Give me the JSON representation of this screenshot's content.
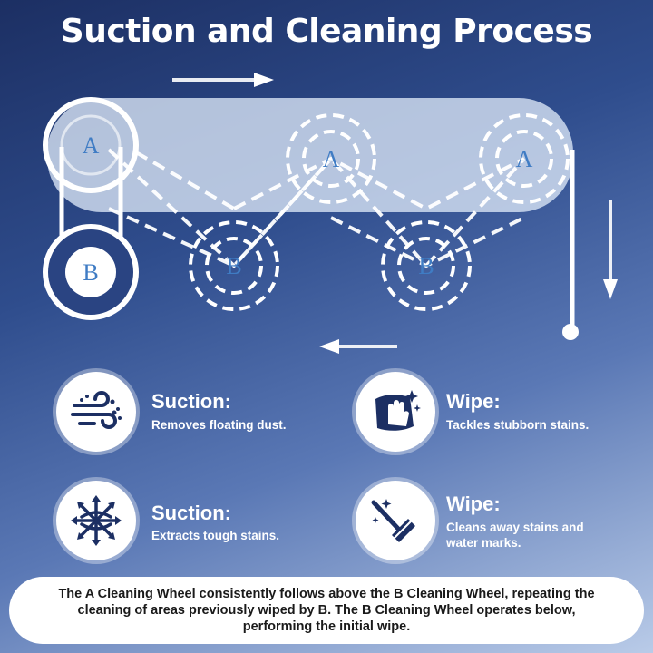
{
  "title": "Suction and Cleaning Process",
  "diagram": {
    "wheel_a_label": "A",
    "wheel_b_label": "B"
  },
  "features": [
    {
      "icon": "wind-dust-icon",
      "title": "Suction:",
      "description": "Removes floating dust."
    },
    {
      "icon": "hand-wipe-icon",
      "title": "Wipe:",
      "description": "Tackles stubborn stains."
    },
    {
      "icon": "expanding-arrows-icon",
      "title": "Suction:",
      "description": "Extracts tough stains."
    },
    {
      "icon": "squeegee-icon",
      "title": "Wipe:",
      "description": "Cleans away stains and water marks."
    }
  ],
  "caption": "The A Cleaning Wheel consistently follows above the B Cleaning Wheel, repeating the cleaning of areas previously wiped by B. The B Cleaning Wheel operates below, performing the initial wipe.",
  "colors": {
    "accent": "#ffffff",
    "label": "#3f7cc4",
    "background_top": "#1c2f63",
    "background_bottom": "#b9cbe8"
  }
}
